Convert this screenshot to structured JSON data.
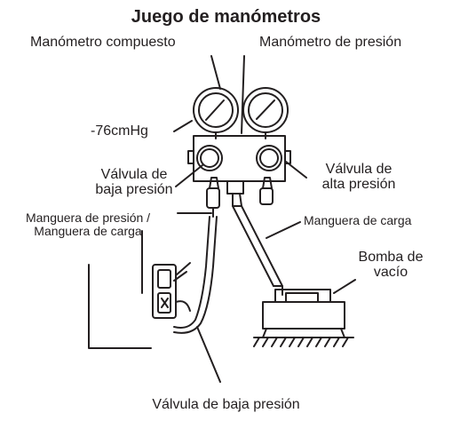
{
  "title": "Juego de manómetros",
  "labels": {
    "compound_gauge": "Manómetro compuesto",
    "pressure_gauge": "Manómetro de presión",
    "vacuum_reading": "-76cmHg",
    "low_valve_l1": "Válvula de",
    "low_valve_l2": "baja presión",
    "high_valve_l1": "Válvula de",
    "high_valve_l2": "alta presión",
    "pressure_hose_l1": "Manguera de presión /",
    "pressure_hose_l2": "Manguera de carga",
    "charge_hose": "Manguera de carga",
    "vacuum_pump_l1": "Bomba de",
    "vacuum_pump_l2": "vacío",
    "service_valve": "Válvula de baja presión"
  },
  "colors": {
    "ink": "#231f20",
    "background": "#ffffff"
  }
}
